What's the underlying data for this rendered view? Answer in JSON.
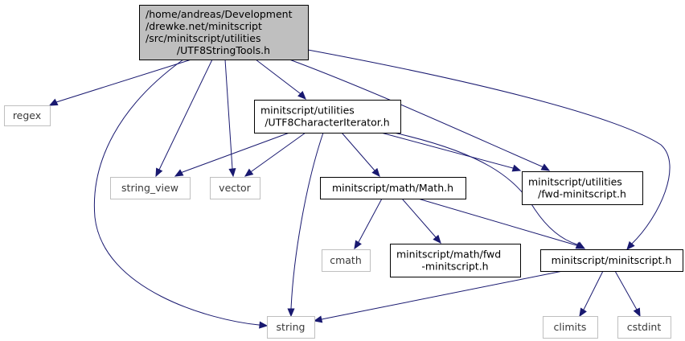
{
  "diagram": {
    "nodes": [
      {
        "id": "utf8stringtools",
        "lines": [
          "/home/andreas/Development",
          "/drewke.net/minitscript",
          "/src/minitscript/utilities",
          "/UTF8StringTools.h"
        ],
        "style": "root"
      },
      {
        "id": "regex",
        "lines": [
          "regex"
        ],
        "style": "system"
      },
      {
        "id": "utf8characteriterator",
        "lines": [
          "minitscript/utilities",
          "/UTF8CharacterIterator.h"
        ],
        "style": "project"
      },
      {
        "id": "string_view",
        "lines": [
          "string_view"
        ],
        "style": "system"
      },
      {
        "id": "vector",
        "lines": [
          "vector"
        ],
        "style": "system"
      },
      {
        "id": "math",
        "lines": [
          "minitscript/math/Math.h"
        ],
        "style": "project"
      },
      {
        "id": "fwd_utilities",
        "lines": [
          "minitscript/utilities",
          "/fwd-minitscript.h"
        ],
        "style": "project"
      },
      {
        "id": "cmath",
        "lines": [
          "cmath"
        ],
        "style": "system"
      },
      {
        "id": "fwd_math",
        "lines": [
          "minitscript/math/fwd",
          "-minitscript.h"
        ],
        "style": "project"
      },
      {
        "id": "minitscript_h",
        "lines": [
          "minitscript/minitscript.h"
        ],
        "style": "project"
      },
      {
        "id": "string",
        "lines": [
          "string"
        ],
        "style": "system"
      },
      {
        "id": "climits",
        "lines": [
          "climits"
        ],
        "style": "system"
      },
      {
        "id": "cstdint",
        "lines": [
          "cstdint"
        ],
        "style": "system"
      }
    ],
    "edges": [
      [
        "utf8stringtools",
        "regex"
      ],
      [
        "utf8stringtools",
        "string"
      ],
      [
        "utf8stringtools",
        "string_view"
      ],
      [
        "utf8stringtools",
        "vector"
      ],
      [
        "utf8stringtools",
        "utf8characteriterator"
      ],
      [
        "utf8stringtools",
        "fwd_utilities"
      ],
      [
        "utf8stringtools",
        "minitscript_h"
      ],
      [
        "utf8characteriterator",
        "string_view"
      ],
      [
        "utf8characteriterator",
        "vector"
      ],
      [
        "utf8characteriterator",
        "string"
      ],
      [
        "utf8characteriterator",
        "math"
      ],
      [
        "utf8characteriterator",
        "fwd_utilities"
      ],
      [
        "utf8characteriterator",
        "minitscript_h"
      ],
      [
        "math",
        "cmath"
      ],
      [
        "math",
        "fwd_math"
      ],
      [
        "math",
        "minitscript_h"
      ],
      [
        "minitscript_h",
        "string"
      ],
      [
        "minitscript_h",
        "climits"
      ],
      [
        "minitscript_h",
        "cstdint"
      ]
    ],
    "colors": {
      "edge": "#191970",
      "root_fill": "#bfbfbf",
      "project_border": "#000000",
      "system_border": "#bfbfbf"
    }
  }
}
